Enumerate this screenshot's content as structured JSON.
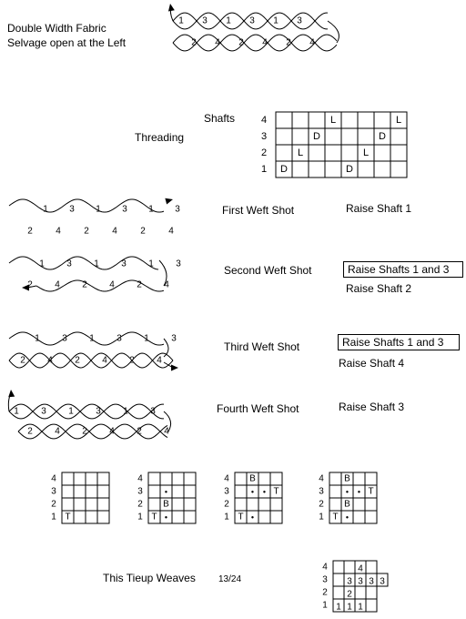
{
  "header": {
    "line1": "Double Width Fabric",
    "line2": "Selvage open at the Left"
  },
  "threading": {
    "label": "Threading",
    "shafts_label": "Shafts",
    "rows": [
      "4",
      "3",
      "2",
      "1"
    ],
    "grid": [
      [
        "",
        "",
        "",
        "L",
        "",
        "",
        "",
        "L"
      ],
      [
        "",
        "",
        "D",
        "",
        "",
        "",
        "D",
        ""
      ],
      [
        "",
        "L",
        "",
        "",
        "",
        "L",
        "",
        ""
      ],
      [
        "D",
        "",
        "",
        "",
        "D",
        "",
        "",
        ""
      ]
    ]
  },
  "shots": [
    {
      "label": "First Weft Shot",
      "action": "Raise Shaft 1",
      "boxed": ""
    },
    {
      "label": "Second Weft Shot",
      "action": "Raise Shaft 2",
      "boxed": "Raise Shafts 1 and 3"
    },
    {
      "label": "Third Weft Shot",
      "action": "Raise Shaft 4",
      "boxed": "Raise Shafts 1 and 3"
    },
    {
      "label": "Fourth Weft Shot",
      "action": "Raise Shaft 3",
      "boxed": ""
    }
  ],
  "weft_numbers": {
    "top": [
      "1",
      "3",
      "1",
      "3",
      "1",
      "3"
    ],
    "bottom": [
      "2",
      "4",
      "2",
      "4",
      "2",
      "4"
    ]
  },
  "tieups": [
    {
      "rows": [
        "4",
        "3",
        "2",
        "1"
      ],
      "grid": [
        [
          "",
          "",
          "",
          ""
        ],
        [
          "",
          "",
          "",
          ""
        ],
        [
          "",
          "",
          "",
          ""
        ],
        [
          "T",
          "",
          "",
          ""
        ]
      ]
    },
    {
      "rows": [
        "4",
        "3",
        "2",
        "1"
      ],
      "grid": [
        [
          "",
          "",
          "",
          ""
        ],
        [
          "",
          "•",
          "",
          ""
        ],
        [
          "",
          "B",
          "",
          ""
        ],
        [
          "T",
          "•",
          "",
          ""
        ]
      ]
    },
    {
      "rows": [
        "4",
        "3",
        "2",
        "1"
      ],
      "grid": [
        [
          "",
          "B",
          "",
          ""
        ],
        [
          "",
          "•",
          "•",
          "T"
        ],
        [
          "",
          "",
          "",
          ""
        ],
        [
          "T",
          "•",
          "",
          ""
        ]
      ]
    },
    {
      "rows": [
        "4",
        "3",
        "2",
        "1"
      ],
      "grid": [
        [
          "",
          "B",
          "",
          ""
        ],
        [
          "",
          "•",
          "•",
          "T"
        ],
        [
          "",
          "B",
          "",
          ""
        ],
        [
          "T",
          "•",
          "",
          ""
        ]
      ]
    }
  ],
  "weaves": {
    "label": "This Tieup Weaves",
    "ratio": "13/24",
    "rows": [
      "4",
      "3",
      "2",
      "1"
    ],
    "grid": [
      [
        "",
        "",
        "4",
        ""
      ],
      [
        "",
        "3",
        "3",
        "3"
      ],
      [
        "",
        "2",
        "",
        ""
      ],
      [
        "1",
        "1",
        "1",
        ""
      ]
    ],
    "extra": "3"
  }
}
